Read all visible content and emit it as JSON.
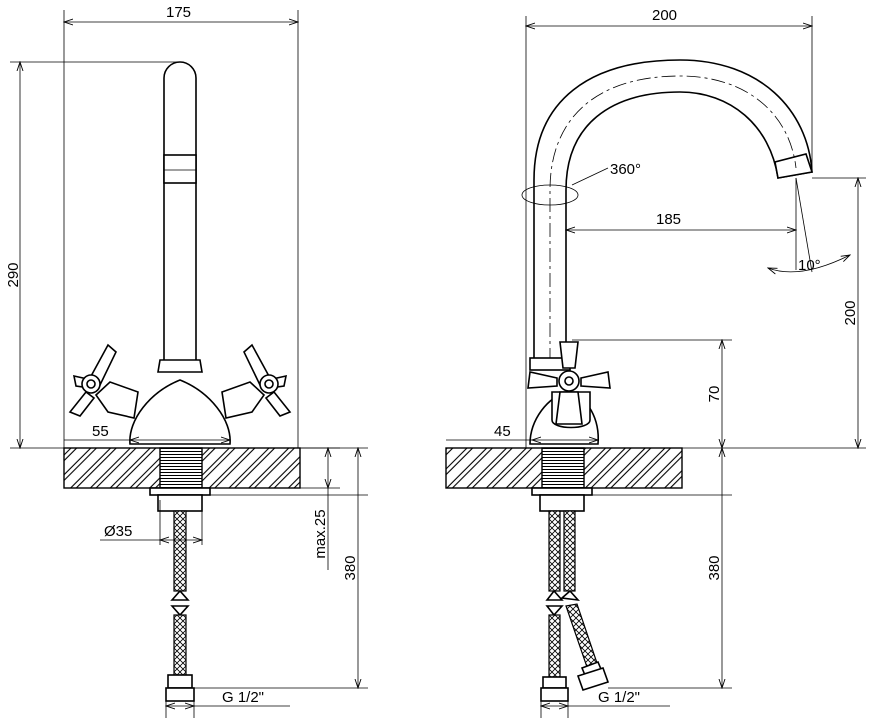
{
  "drawing": {
    "left_view": {
      "width_label": "175",
      "height_label": "290",
      "spacing_label": "55",
      "hole_label": "Ø35",
      "max_thickness_label": "max.25",
      "hose_length_label": "380",
      "thread_label": "G 1/2\""
    },
    "right_view": {
      "width_label": "200",
      "rotation_label": "360°",
      "reach_label": "185",
      "angle_label": "10°",
      "spout_height_label": "200",
      "handle_height_label": "70",
      "base_label": "45",
      "hose_length_label": "380",
      "thread_label": "G 1/2\""
    }
  }
}
